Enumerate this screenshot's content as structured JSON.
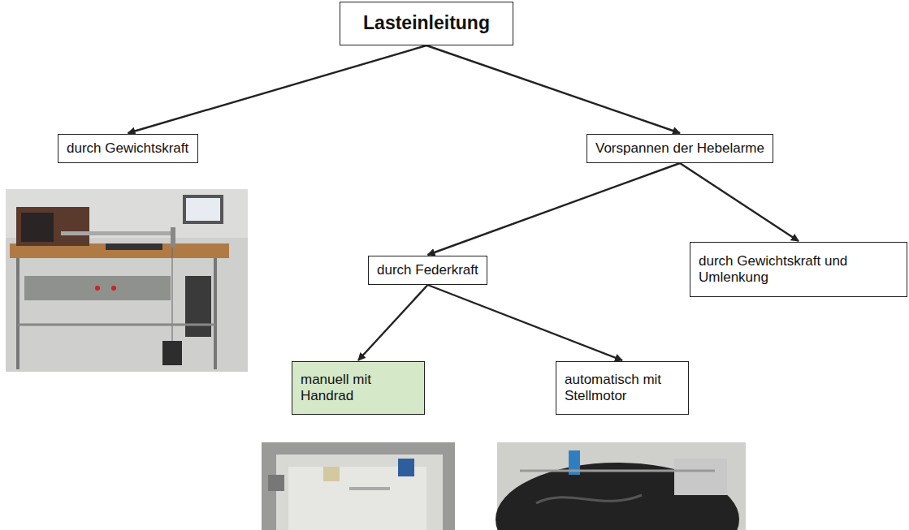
{
  "diagram": {
    "nodes": [
      {
        "text": [
          "Lasteinleitung"
        ]
      },
      {
        "text": [
          "durch Gewichtskraft"
        ]
      },
      {
        "text": [
          "Vorspannen der Hebelarme"
        ]
      },
      {
        "text": [
          "durch Federkraft"
        ]
      },
      {
        "text": [
          "durch Gewichtskraft und Umlenkung"
        ]
      },
      {
        "text": [
          "manuell mit Handrad"
        ]
      },
      {
        "text": [
          "automatisch mit Stellmotor"
        ]
      }
    ],
    "edges": [
      {
        "from": 0,
        "to": 1,
        "arrow": "to"
      },
      {
        "from": 0,
        "to": 2,
        "arrow": "to"
      },
      {
        "from": 2,
        "to": 3,
        "arrow": "to"
      },
      {
        "from": 2,
        "to": 4,
        "arrow": "to"
      },
      {
        "from": 3,
        "to": 5,
        "arrow": "to"
      },
      {
        "from": 3,
        "to": 6,
        "arrow": "to"
      }
    ]
  }
}
